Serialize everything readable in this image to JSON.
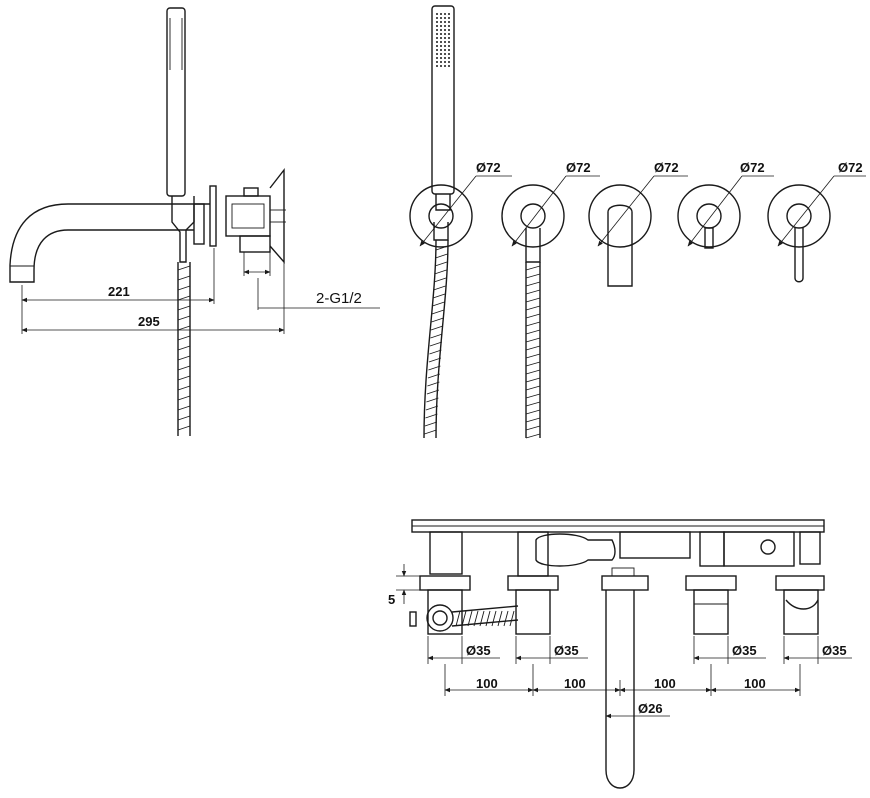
{
  "side_view": {
    "dim_spout": "221",
    "dim_total": "295",
    "dim_connection": "2-G1/2"
  },
  "front_view": {
    "rosettes": [
      {
        "diameter": "Ø72"
      },
      {
        "diameter": "Ø72"
      },
      {
        "diameter": "Ø72"
      },
      {
        "diameter": "Ø72"
      },
      {
        "diameter": "Ø72"
      }
    ]
  },
  "top_view": {
    "dim_offset": "5",
    "body_diameters": [
      "Ø35",
      "Ø35",
      "Ø35",
      "Ø35"
    ],
    "spacings": [
      "100",
      "100",
      "100",
      "100"
    ],
    "spout_diameter": "Ø26"
  }
}
